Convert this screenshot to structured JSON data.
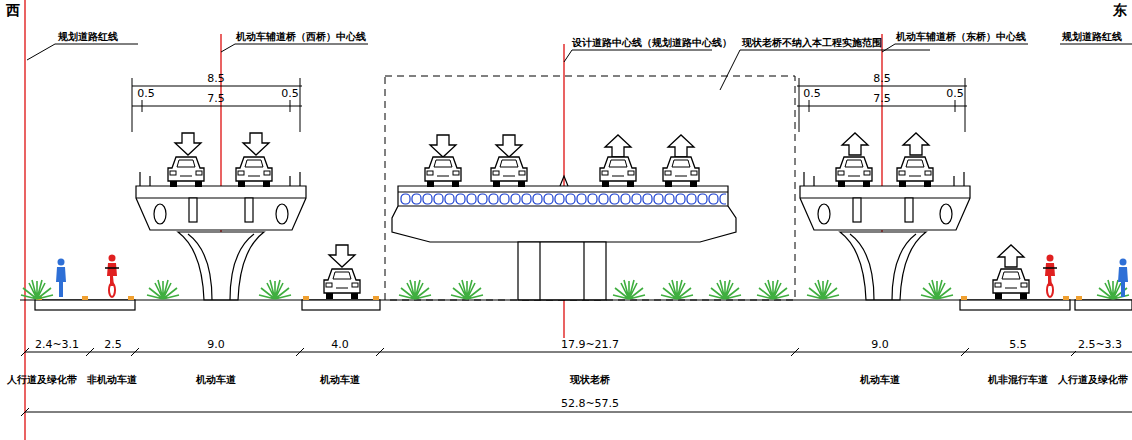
{
  "diagram": {
    "labels": [
      "西",
      "东",
      "规划道路红线",
      "机动车辅道桥（西桥）中心线",
      "设计道路中心线（规划道路中心线）",
      "现状老桥不纳入本工程实施范围",
      "机动车辅道桥（东桥）中心线",
      "规划道路红线",
      "8.5",
      "0.5",
      "7.5",
      "0.5",
      "8.5",
      "0.5",
      "7.5",
      "0.5",
      "2.4~3.1",
      "2.5",
      "9.0",
      "4.0",
      "17.9~21.7",
      "9.0",
      "5.5",
      "2.5~3.3",
      "人行道及绿化带",
      "非机动车道",
      "机动车道",
      "机动车道",
      "现状老桥",
      "机动车道",
      "机非混行车道",
      "人行道及绿化带",
      "52.8~57.5"
    ]
  }
}
